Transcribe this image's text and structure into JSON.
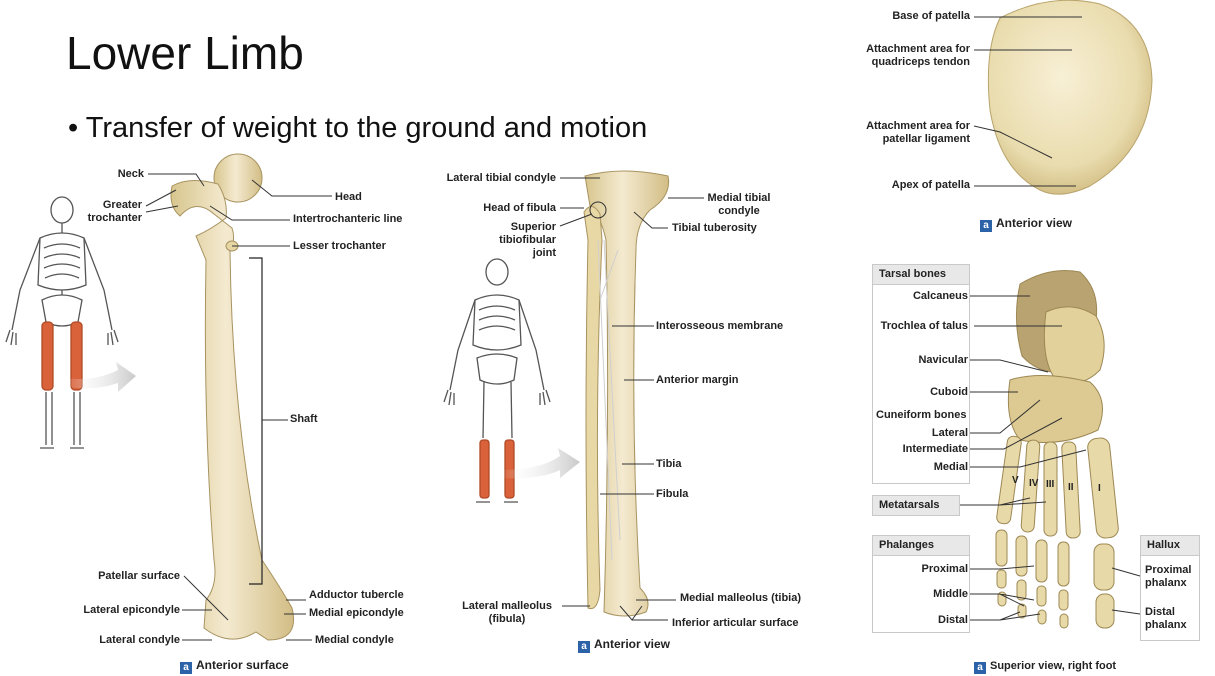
{
  "slide": {
    "title": "Lower Limb",
    "bullet": "Transfer of weight to the ground and motion"
  },
  "femur": {
    "labels": {
      "neck": "Neck",
      "greater_trochanter": "Greater trochanter",
      "head": "Head",
      "intertrochanteric_line": "Intertrochanteric line",
      "lesser_trochanter": "Lesser trochanter",
      "shaft": "Shaft",
      "patellar_surface": "Patellar surface",
      "adductor_tubercle": "Adductor tubercle",
      "lateral_epicondyle": "Lateral epicondyle",
      "medial_epicondyle": "Medial epicondyle",
      "lateral_condyle": "Lateral condyle",
      "medial_condyle": "Medial condyle"
    },
    "caption_badge": "a",
    "caption": "Anterior surface"
  },
  "tibia_fibula": {
    "labels": {
      "lateral_tibial_condyle": "Lateral tibial condyle",
      "medial_tibial_condyle": "Medial tibial condyle",
      "head_of_fibula": "Head of fibula",
      "tibial_tuberosity": "Tibial tuberosity",
      "superior_tibiofibular_joint": "Superior tibiofibular joint",
      "interosseous_membrane": "Interosseous membrane",
      "anterior_margin": "Anterior margin",
      "tibia": "Tibia",
      "fibula": "Fibula",
      "lateral_malleolus": "Lateral malleolus (fibula)",
      "medial_malleolus": "Medial malleolus (tibia)",
      "inferior_articular_surface": "Inferior articular surface"
    },
    "caption_badge": "a",
    "caption": "Anterior view"
  },
  "patella": {
    "labels": {
      "base": "Base of patella",
      "quadriceps_attachment": "Attachment area for quadriceps tendon",
      "ligament_attachment": "Attachment area for patellar ligament",
      "apex": "Apex of patella"
    },
    "caption_badge": "a",
    "caption": "Anterior view"
  },
  "foot": {
    "tarsal_header": "Tarsal bones",
    "tarsals": {
      "calcaneus": "Calcaneus",
      "trochlea_of_talus": "Trochlea of talus",
      "navicular": "Navicular",
      "cuboid": "Cuboid",
      "cuneiform_bones": "Cuneiform bones",
      "lateral": "Lateral",
      "intermediate": "Intermediate",
      "medial": "Medial"
    },
    "metatarsals_header": "Metatarsals",
    "numerals": [
      "V",
      "IV",
      "III",
      "II",
      "I"
    ],
    "phalanges_header": "Phalanges",
    "phalanges": {
      "proximal": "Proximal",
      "middle": "Middle",
      "distal": "Distal"
    },
    "hallux_header": "Hallux",
    "hallux": {
      "proximal_phalanx": "Proximal phalanx",
      "distal_phalanx": "Distal phalanx"
    },
    "caption_badge": "a",
    "caption": "Superior view, right foot"
  },
  "colors": {
    "bone": "#efe2b8",
    "bone_shade": "#d8c68e",
    "highlight_bone": "#d9623a",
    "leader_line": "#333333",
    "caption_badge": "#2b62a8"
  }
}
